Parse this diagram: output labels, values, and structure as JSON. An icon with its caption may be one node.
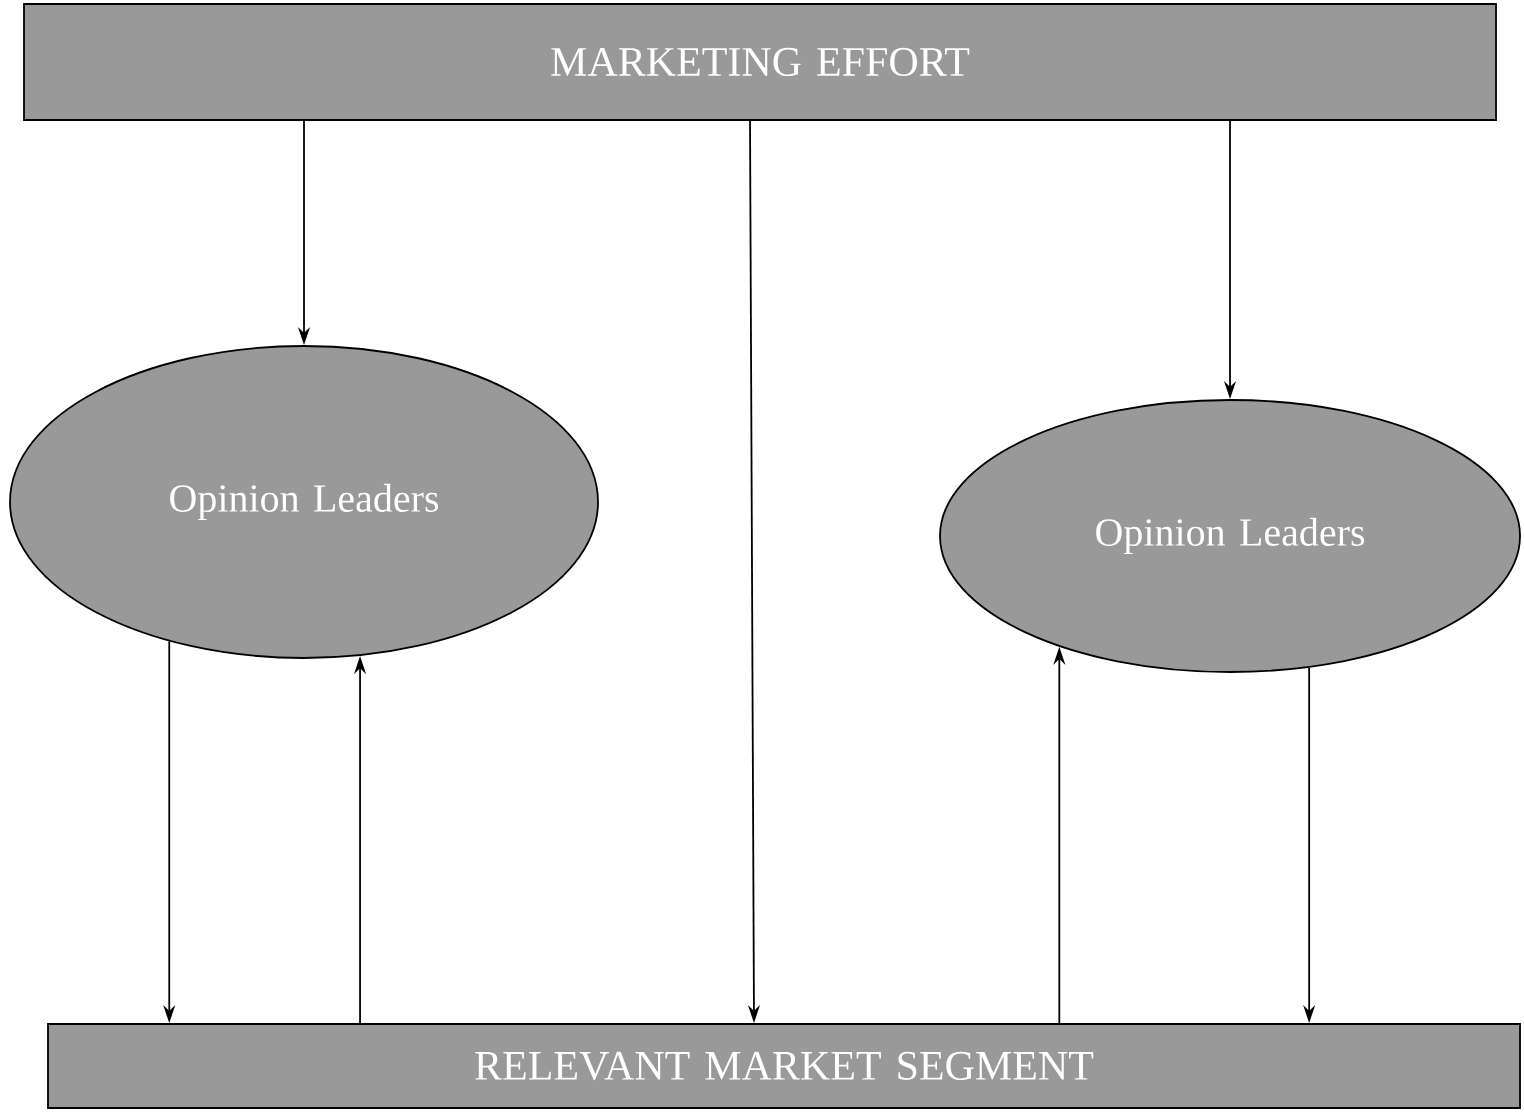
{
  "diagram": {
    "nodes": [
      {
        "text": [
          "MARKETING EFFORT"
        ]
      },
      {
        "text": [
          "Opinion Leaders"
        ]
      },
      {
        "text": [
          "Opinion Leaders"
        ]
      },
      {
        "text": [
          "RELEVANT MARKET SEGMENT"
        ]
      }
    ],
    "edges": [
      {
        "from": 0,
        "to": 1,
        "arrow": "to"
      },
      {
        "from": 0,
        "to": 3,
        "arrow": "to"
      },
      {
        "from": 0,
        "to": 2,
        "arrow": "to"
      },
      {
        "from": 1,
        "to": 3,
        "arrow": "to"
      },
      {
        "from": 3,
        "to": 1,
        "arrow": "to"
      },
      {
        "from": 3,
        "to": 2,
        "arrow": "to"
      },
      {
        "from": 2,
        "to": 3,
        "arrow": "to"
      }
    ]
  }
}
